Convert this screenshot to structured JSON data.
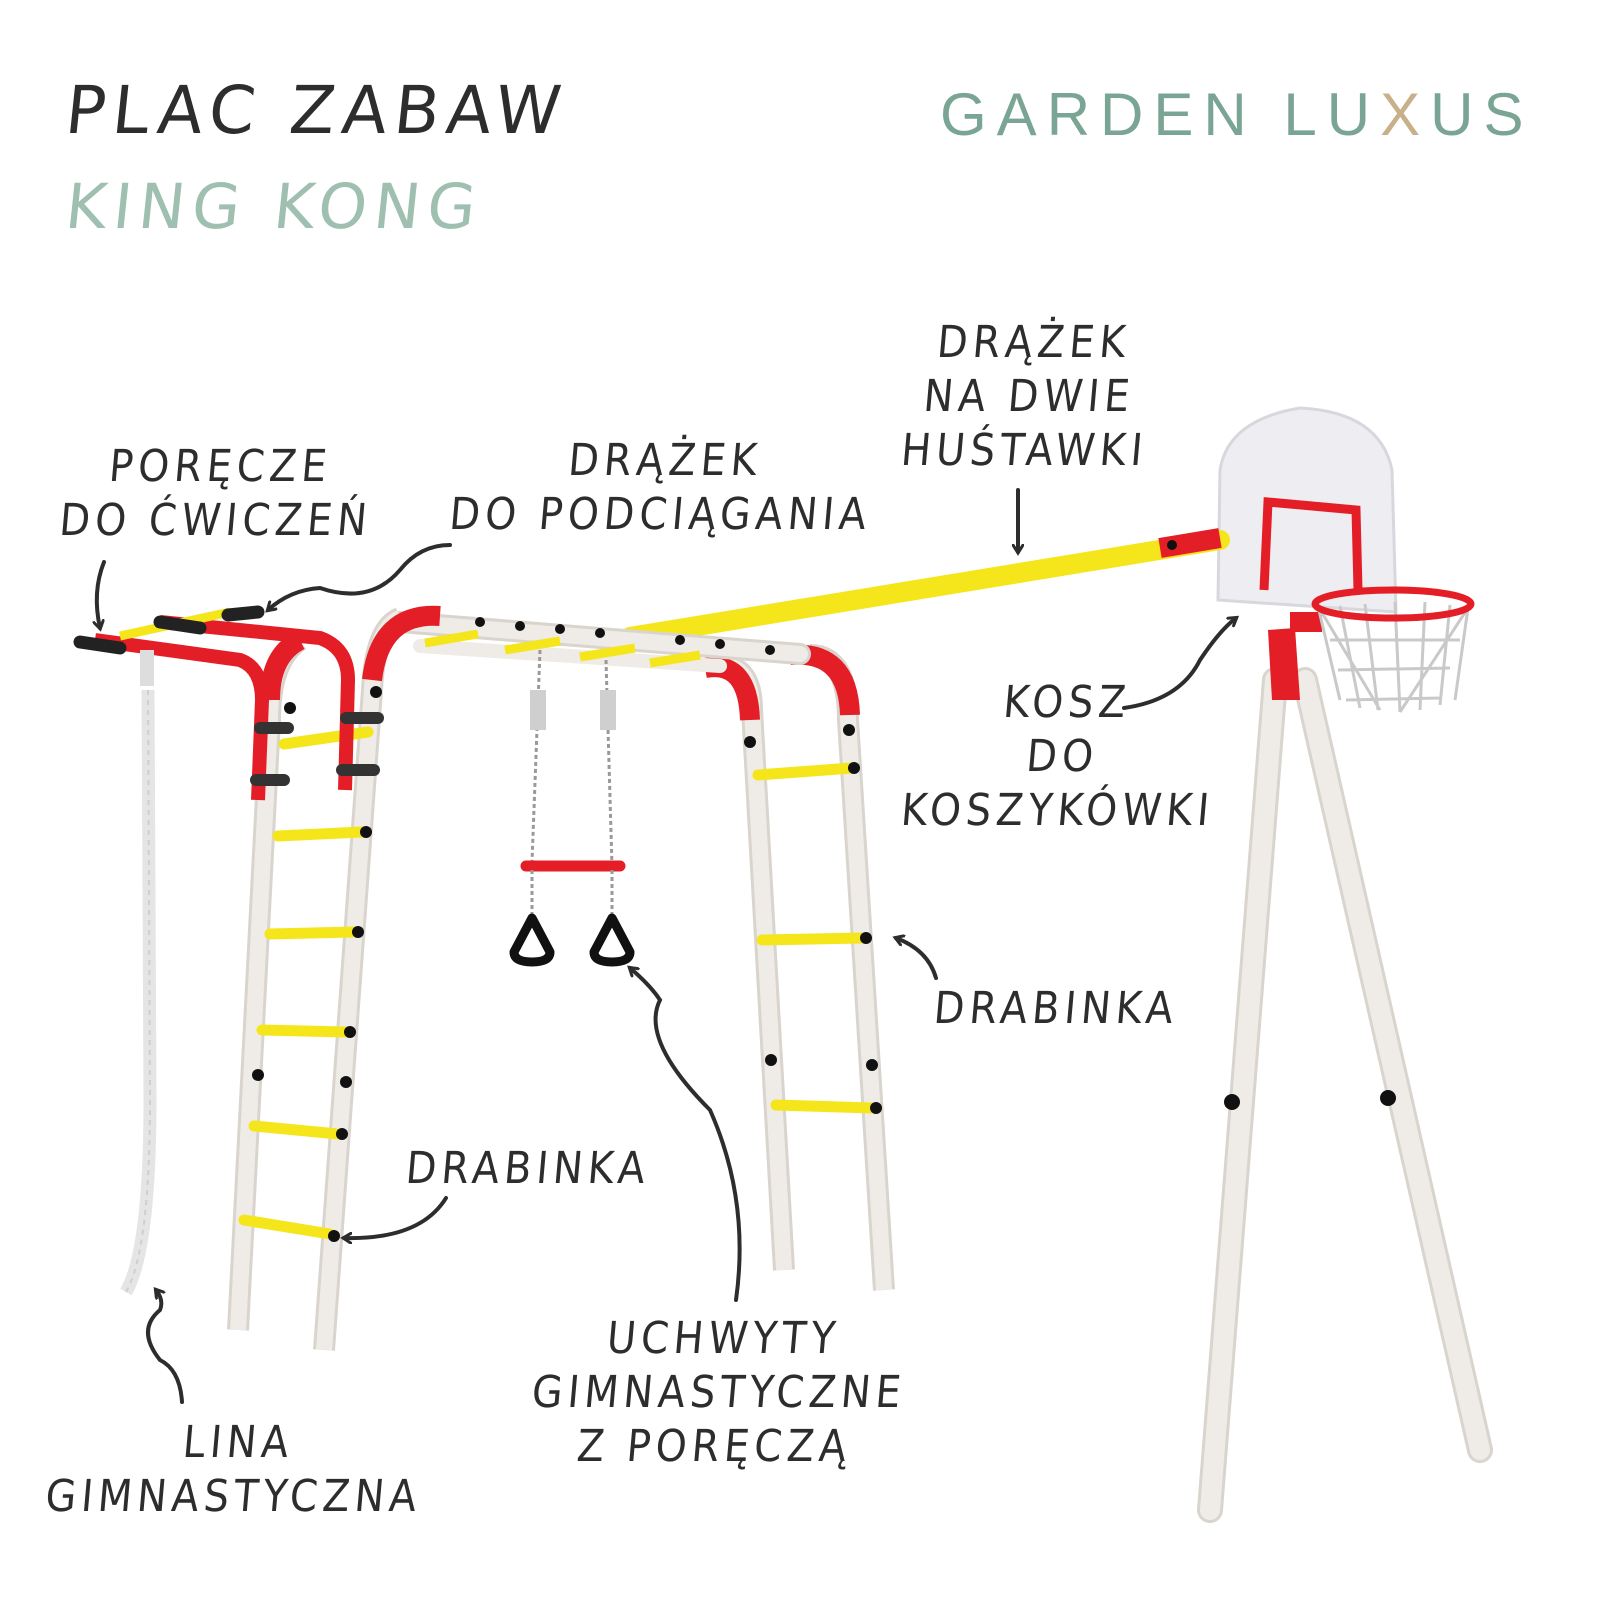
{
  "header": {
    "title": "PLAC ZABAW",
    "subtitle": "KING KONG"
  },
  "brand": {
    "part1": "GARDEN",
    "part2_a": "LU",
    "part2_x": "X",
    "part2_b": "US",
    "color_main": "#7aa594",
    "color_accent": "#c7b08a"
  },
  "labels": {
    "handrails": {
      "line1": "PORĘCZE",
      "line2": "DO ĆWICZEŃ"
    },
    "pullup_bar": {
      "line1": "DRĄŻEK",
      "line2": "DO PODCIĄGANIA"
    },
    "swing_bar": {
      "line1": "DRĄŻEK",
      "line2": "NA DWIE",
      "line3": "HUŚTAWKI"
    },
    "basket": {
      "line1": "KOSZ",
      "line2": "DO",
      "line3": "KOSZYKÓWKI"
    },
    "ladder_right": {
      "line1": "DRABINKA"
    },
    "ladder_left": {
      "line1": "DRABINKA"
    },
    "rings": {
      "line1": "UCHWYTY",
      "line2": "GIMNASTYCZNE",
      "line3": "Z PORĘCZĄ"
    },
    "rope": {
      "line1": "LINA",
      "line2": "GIMNASTYCZNA"
    }
  },
  "colors": {
    "frame_red": "#e41e26",
    "bar_yellow": "#f5e61c",
    "pole_white": "#efebe6",
    "backboard": "#eeeef2",
    "text_dark": "#2d2d2d"
  }
}
